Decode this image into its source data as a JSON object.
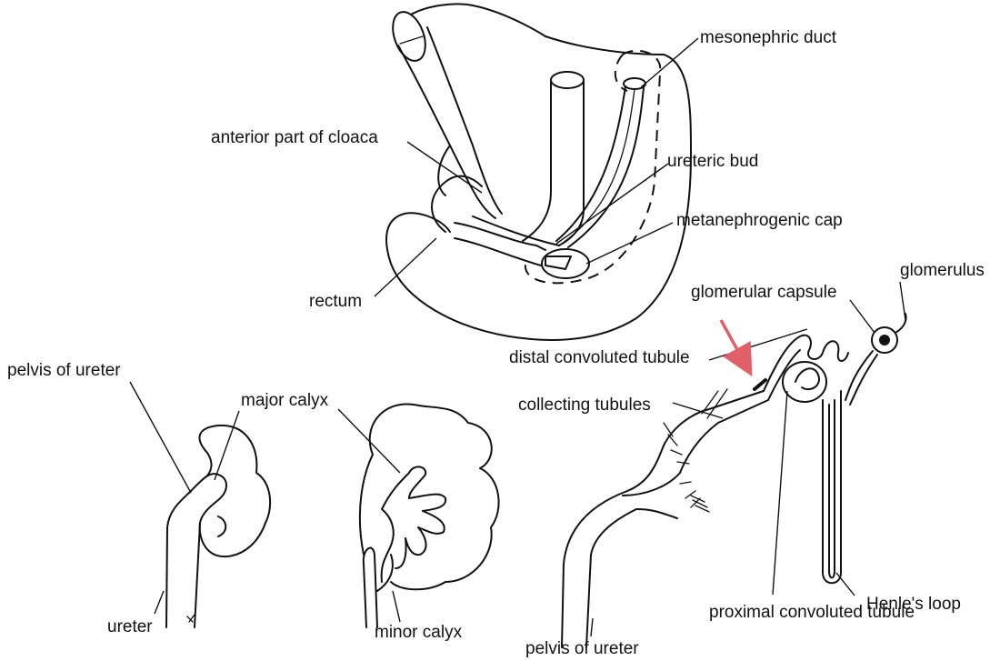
{
  "labels": {
    "mesonephric_duct": "mesonephric duct",
    "anterior_cloaca": "anterior part of cloaca",
    "ureteric_bud": "ureteric bud",
    "metanephrogenic_cap": "metanephrogenic cap",
    "rectum": "rectum",
    "glomerulus": "glomerulus",
    "glomerular_capsule": "glomerular capsule",
    "distal_tubule": "distal convoluted tubule",
    "pelvis_of_ureter_left": "pelvis of ureter",
    "major_calyx": "major calyx",
    "collecting_tubules": "collecting tubules",
    "ureter": "ureter",
    "minor_calyx": "minor calyx",
    "henles_loop": "Henle's loop",
    "proximal_tubule": "proximal convoluted tubule",
    "pelvis_of_ureter_bottom": "pelvis of ureter"
  },
  "colors": {
    "ink": "#111111",
    "arrow": "#e0606a"
  }
}
